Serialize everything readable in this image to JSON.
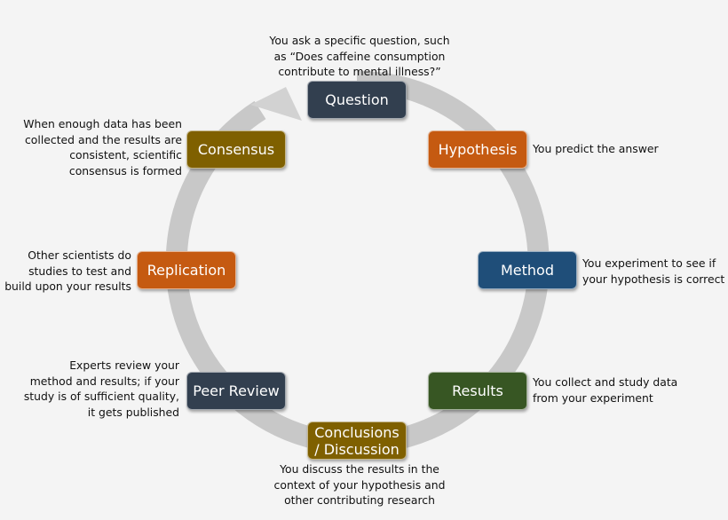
{
  "stages": {
    "question": {
      "label": "Question",
      "color": "#323f4f"
    },
    "hypothesis": {
      "label": "Hypothesis",
      "color": "#c55a11"
    },
    "method": {
      "label": "Method",
      "color": "#1f4e79"
    },
    "results": {
      "label": "Results",
      "color": "#375623"
    },
    "conclusions": {
      "label_line1": "Conclusions",
      "label_line2": "/ Discussion",
      "color": "#7f6000"
    },
    "peer_review": {
      "label": "Peer Review",
      "color": "#323f4f"
    },
    "replication": {
      "label": "Replication",
      "color": "#c55a11"
    },
    "consensus": {
      "label": "Consensus",
      "color": "#7f6000"
    }
  },
  "descriptions": {
    "question": [
      "You ask a specific question, such",
      "as “Does caffeine consumption",
      "contribute to mental illness?”"
    ],
    "hypothesis": [
      "You predict the answer"
    ],
    "method": [
      "You experiment to see if",
      "your hypothesis is correct"
    ],
    "results": [
      "You collect and study data",
      "from your experiment"
    ],
    "conclusions": [
      "You discuss the results in the",
      "context of your hypothesis and",
      "other contributing research"
    ],
    "peer_review": [
      "Experts review your",
      "method and results; if your",
      "study is of sufficient quality,",
      "it gets published"
    ],
    "replication": [
      "Other scientists do",
      "studies to test and",
      "build upon your results"
    ],
    "consensus": [
      "When enough data has been",
      "collected and the results are",
      "consistent, scientific",
      "consensus is formed"
    ]
  },
  "cycle_ring_color": "#c8c8c8",
  "cycle_arrow_color": "#d2d2d2"
}
